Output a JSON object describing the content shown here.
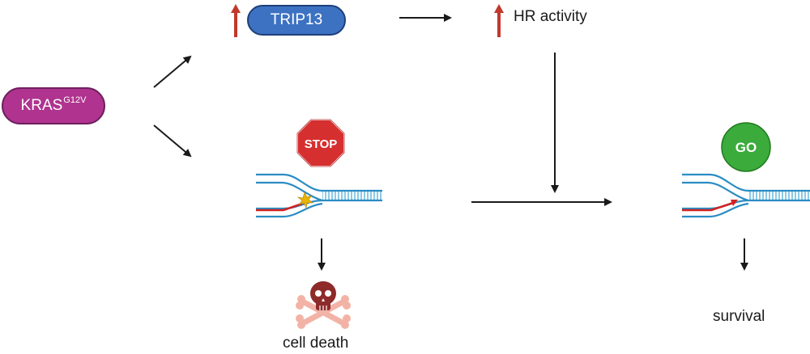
{
  "nodes": {
    "kras": {
      "name": "KRAS",
      "superscript": "G12V"
    },
    "trip13": {
      "label": "TRIP13"
    },
    "hr": {
      "label": "HR activity"
    },
    "stop_sign": {
      "label": "STOP"
    },
    "go_sign": {
      "label": "GO"
    },
    "cell_death": {
      "label": "cell death"
    },
    "survival": {
      "label": "survival"
    }
  },
  "colors": {
    "kras_fill": "#b0348f",
    "trip13_fill": "#3d72c2",
    "up_arrow": "#c0392b",
    "stop_fill": "#d62f2f",
    "go_fill": "#3bab3b",
    "dna_strand": "#2a8cc4",
    "dna_rung": "#8ccbe6",
    "new_strand": "#d32020",
    "lesion": "#e8b400",
    "skull": "#8e2a2a",
    "bones": "#f2b3a6"
  },
  "icons": [
    "up-arrow-icon",
    "stop-sign-icon",
    "go-sign-icon",
    "dna-fork-icon",
    "lesion-icon",
    "skull-crossbones-icon"
  ]
}
